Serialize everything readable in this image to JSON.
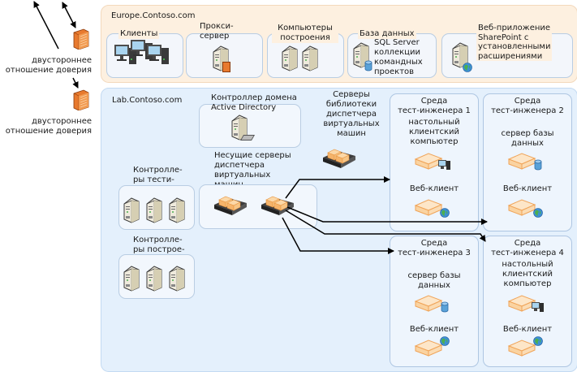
{
  "trusts": [
    {
      "label": "двустороннее\nотношение доверия"
    },
    {
      "label": "двустороннее\nотношение доверия"
    }
  ],
  "europe": {
    "domain": "Europe.Contoso.com",
    "groups": [
      {
        "label": "Клиенты"
      },
      {
        "label": "Прокси-\nсервер"
      },
      {
        "label": "Компьютеры\nпостроения"
      },
      {
        "label": "База данных",
        "extra": "SQL Server\nколлекции\nкомандных\nпроектов"
      },
      {
        "label": "Веб-приложение\nSharePoint с\nустановленными\nрасширениями"
      }
    ]
  },
  "lab": {
    "domain": "Lab.Contoso.com",
    "ad": "Контроллер домена\nActive Directory",
    "library": "Серверы\nбиблиотеки\nдиспетчера\nвиртуальных\nмашин",
    "hosts": "Несущие серверы\nдиспетчера\nвиртуальных\nмашин",
    "test_controllers": "Контролле-\nры тести-\nрования",
    "build_controllers": "Контролле-\nры построе-\nний",
    "environments": [
      {
        "title": "Среда\nтест-инженера 1",
        "role": "настольный\nклиентский\nкомпьютер",
        "web": "Веб-клиент",
        "role_icon": "desktop-icon"
      },
      {
        "title": "Среда\nтест-инженера 2",
        "role": "сервер базы\nданных",
        "web": "Веб-клиент",
        "role_icon": "database-icon"
      },
      {
        "title": "Среда\nтест-инженера 3",
        "role": "сервер базы\nданных",
        "web": "Веб-клиент",
        "role_icon": "database-icon"
      },
      {
        "title": "Среда\nтест-инженера 4",
        "role": "настольный\nклиентский\nкомпьютер",
        "web": "Веб-клиент",
        "role_icon": "desktop-icon"
      }
    ]
  },
  "colors": {
    "europe_bg": "#fdf0e0",
    "lab_bg": "#e4f0fc",
    "firewall": "#e87a2e",
    "vm_orange": "#f5b46b",
    "arrow": "#000000"
  }
}
